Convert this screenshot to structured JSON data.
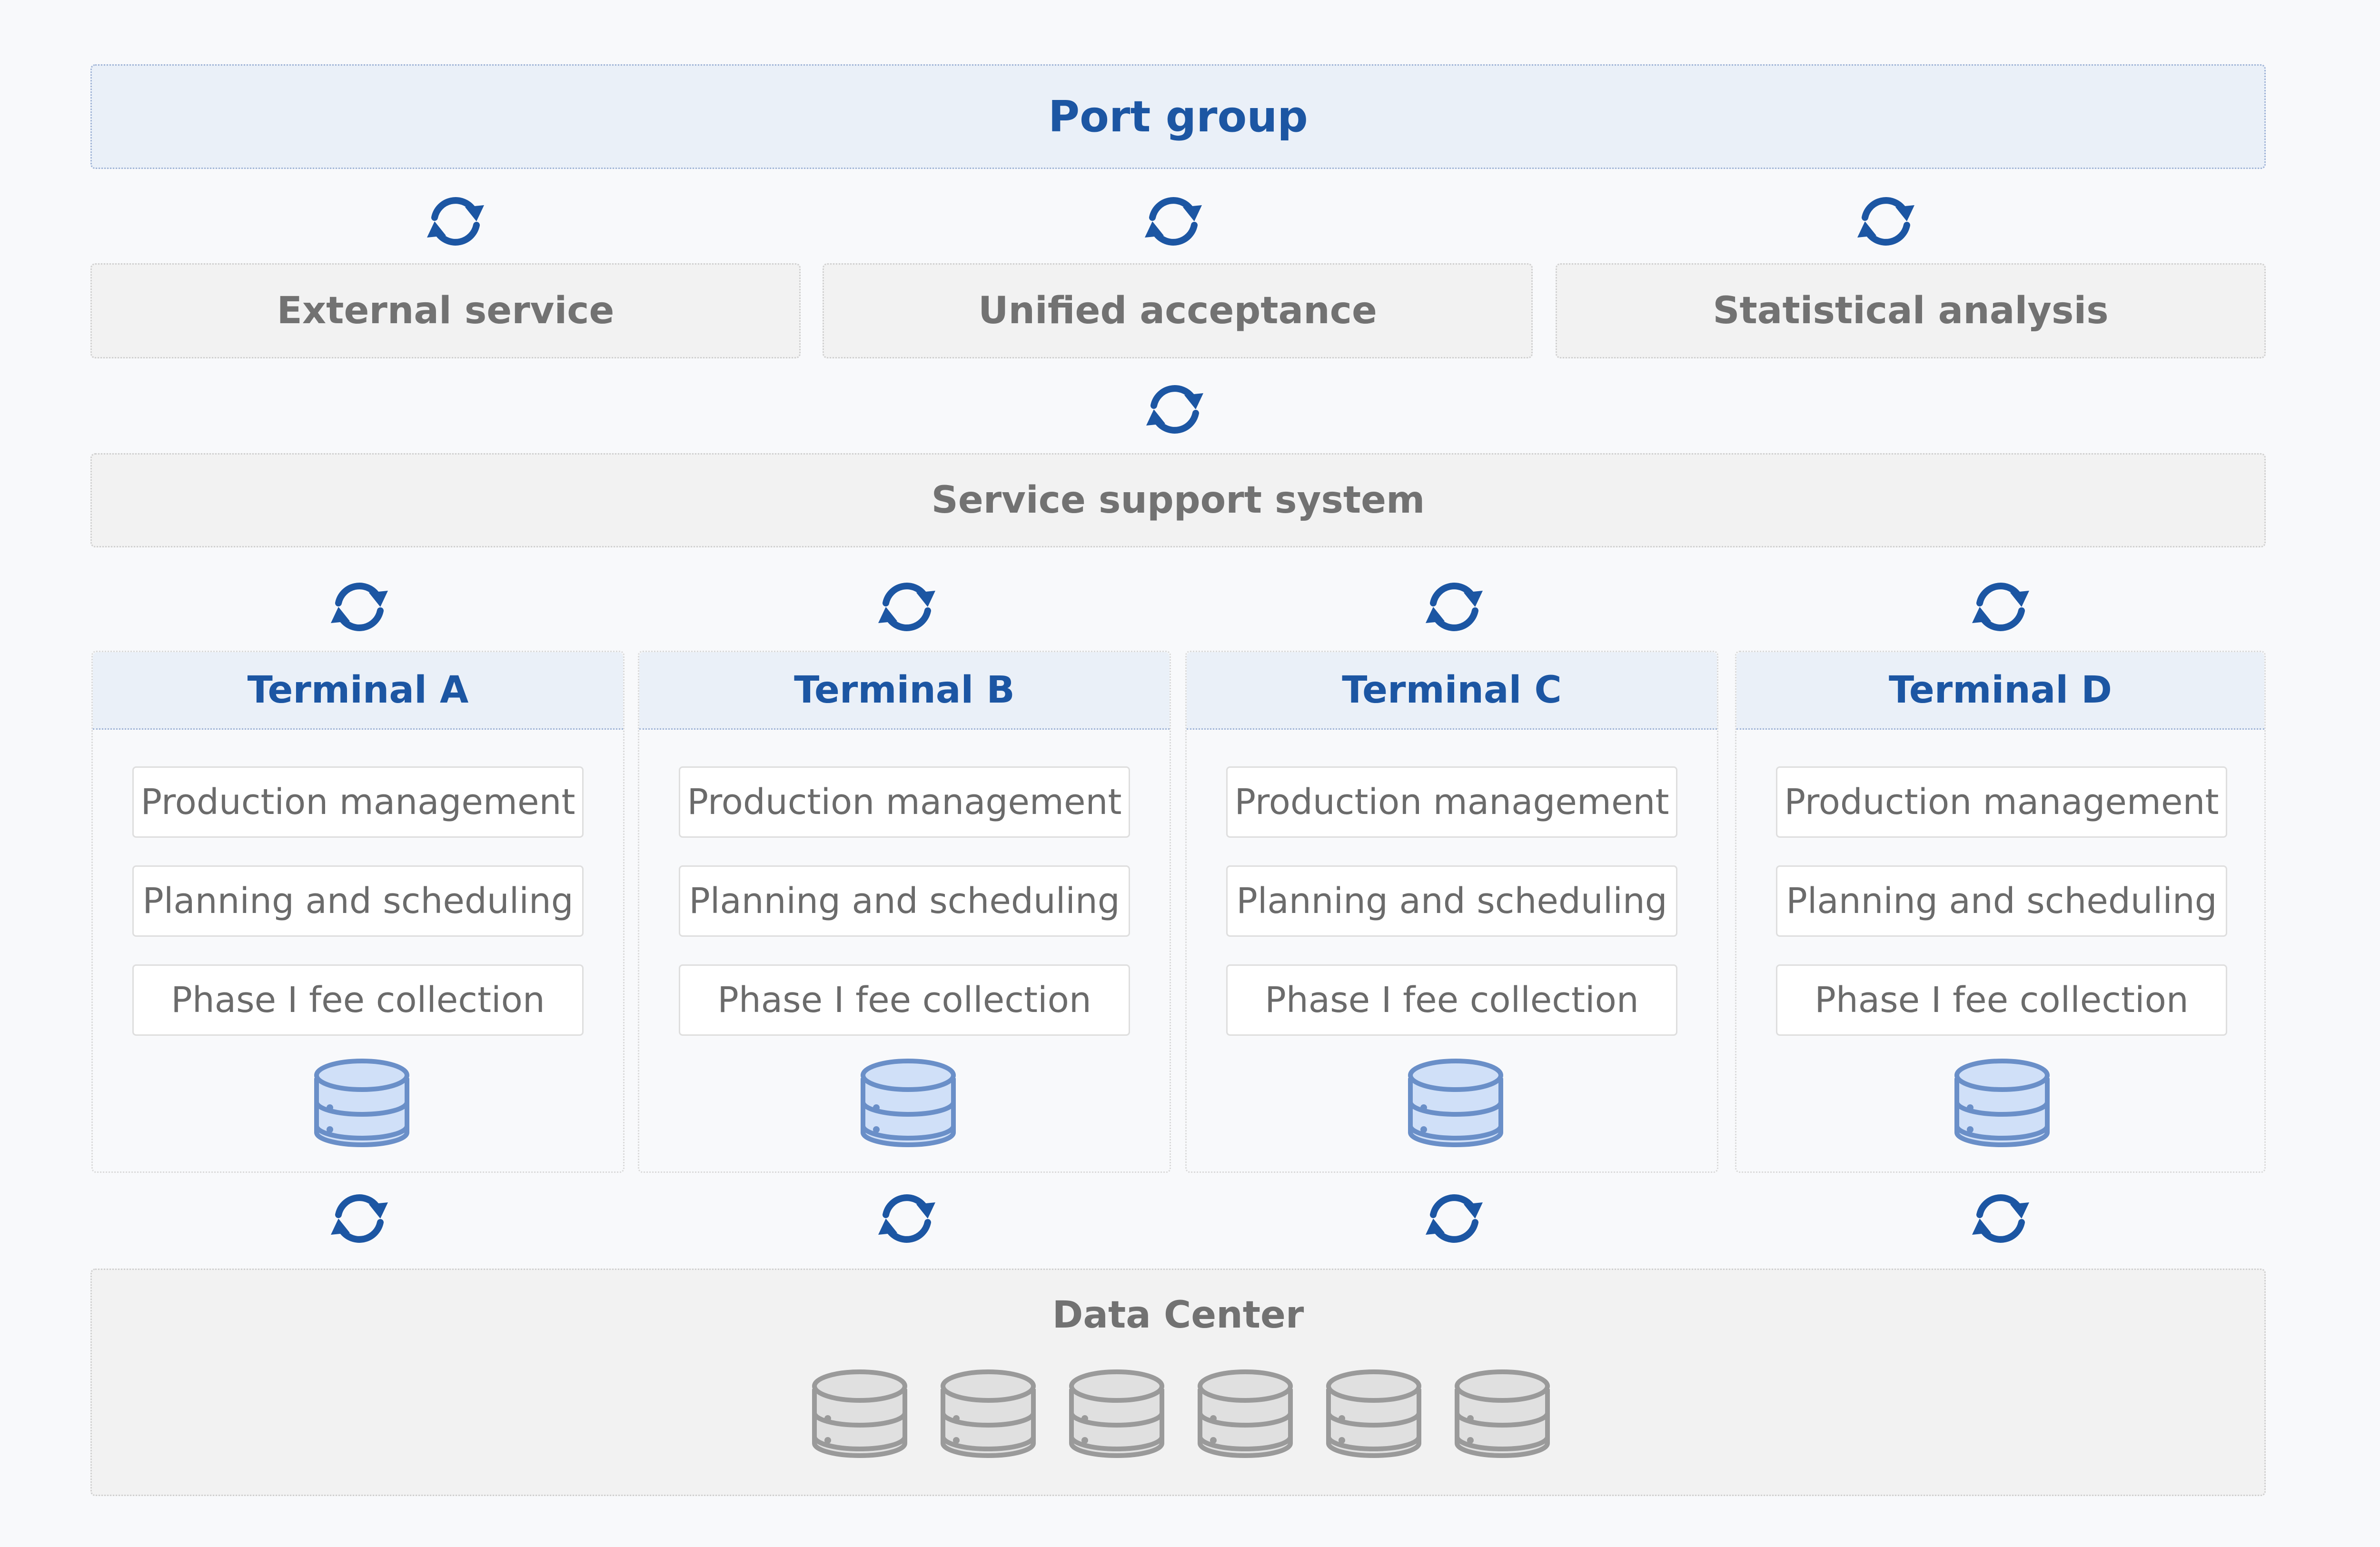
{
  "header": {
    "title": "Port group"
  },
  "services": [
    {
      "label": "External service"
    },
    {
      "label": "Unified acceptance"
    },
    {
      "label": "Statistical analysis"
    }
  ],
  "support": {
    "label": "Service support system"
  },
  "terminals": [
    {
      "name": "Terminal A",
      "items": [
        "Production management",
        "Planning and scheduling",
        "Phase I fee collection"
      ]
    },
    {
      "name": "Terminal B",
      "items": [
        "Production management",
        "Planning and scheduling",
        "Phase I fee collection"
      ]
    },
    {
      "name": "Terminal C",
      "items": [
        "Production management",
        "Planning and scheduling",
        "Phase I fee collection"
      ]
    },
    {
      "name": "Terminal D",
      "items": [
        "Production management",
        "Planning and scheduling",
        "Phase I fee collection"
      ]
    }
  ],
  "data_center": {
    "label": "Data Center",
    "database_count": 6
  },
  "icons": {
    "sync": "sync-arrows-icon",
    "database": "database-icon"
  },
  "colors": {
    "accent_blue": "#1c56a3",
    "band_blue": "#eaf0f8",
    "band_gray": "#f2f2f2",
    "text_gray": "#727272",
    "db_blue_fill": "#d0e0f8",
    "db_blue_stroke": "#6a8fc8",
    "db_gray_fill": "#e0e0e0",
    "db_gray_stroke": "#9a9a9a"
  }
}
